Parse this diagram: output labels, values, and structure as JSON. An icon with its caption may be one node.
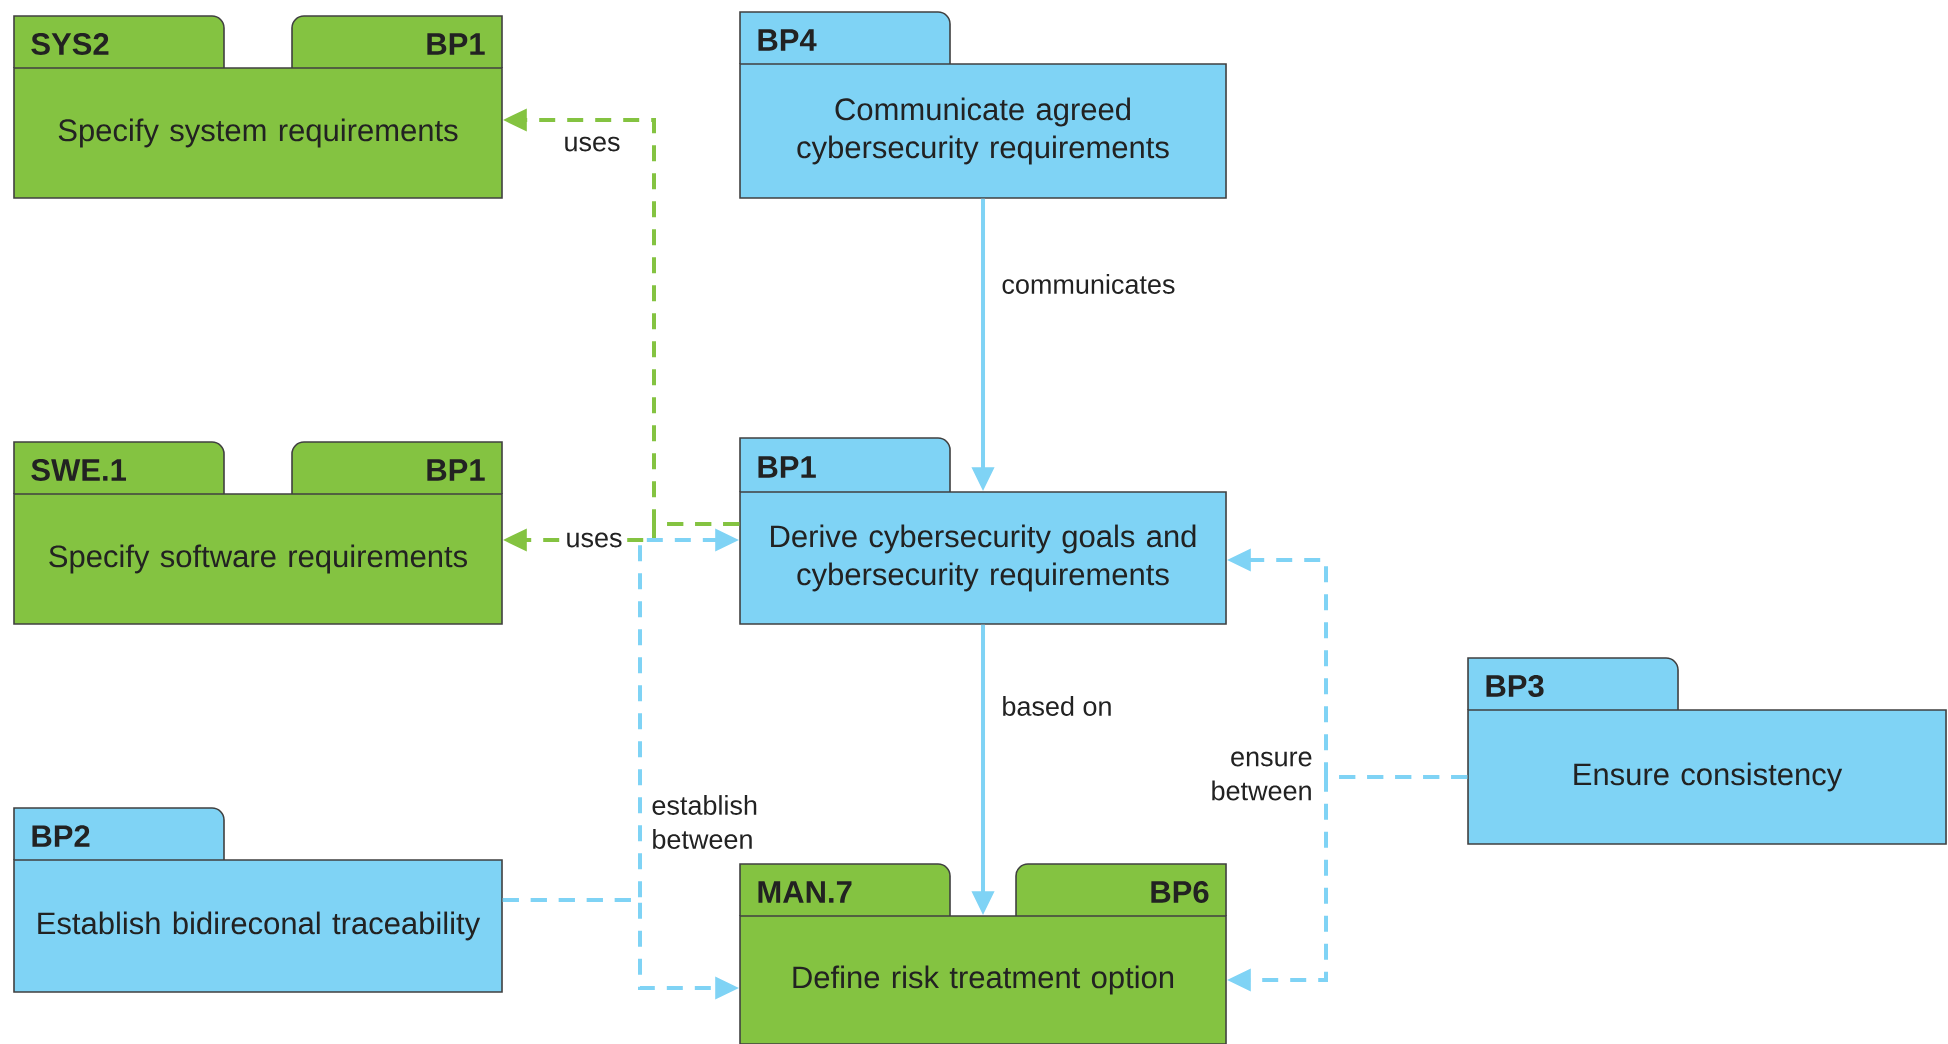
{
  "diagram": {
    "nodes": [
      {
        "text": [
          "SYS2",
          "BP1",
          "Specify system requirements"
        ]
      },
      {
        "text": [
          "BP4",
          "Communicate agreed cybersecurity requirements"
        ]
      },
      {
        "text": [
          "SWE.1",
          "BP1",
          "Specify software requirements"
        ]
      },
      {
        "text": [
          "BP1",
          "Derive cybersecurity goals and cybersecurity requirements"
        ]
      },
      {
        "text": [
          "BP3",
          "Ensure consistency"
        ]
      },
      {
        "text": [
          "BP2",
          "Establish bidireconal traceability"
        ]
      },
      {
        "text": [
          "MAN.7",
          "BP6",
          "Define risk treatment option"
        ]
      }
    ],
    "edges": [
      {
        "from": 3,
        "to": 0,
        "arrow": "to",
        "label": "uses",
        "style": "dashed",
        "color": "#84c341"
      },
      {
        "from": 3,
        "to": 2,
        "arrow": "to",
        "label": "uses",
        "style": "dashed",
        "color": "#84c341"
      },
      {
        "from": 1,
        "to": 3,
        "arrow": "to",
        "label": "communicates"
      },
      {
        "from": 3,
        "to": 6,
        "arrow": "to",
        "label": "based on"
      },
      {
        "from": 5,
        "to": 3,
        "arrow": "to",
        "label": "establish between",
        "style": "dashed"
      },
      {
        "from": 5,
        "to": 6,
        "arrow": "to",
        "style": "dashed"
      },
      {
        "from": 4,
        "to": 3,
        "arrow": "to",
        "label": "ensure between",
        "style": "dashed"
      },
      {
        "from": 4,
        "to": 6,
        "arrow": "to",
        "style": "dashed"
      }
    ]
  }
}
